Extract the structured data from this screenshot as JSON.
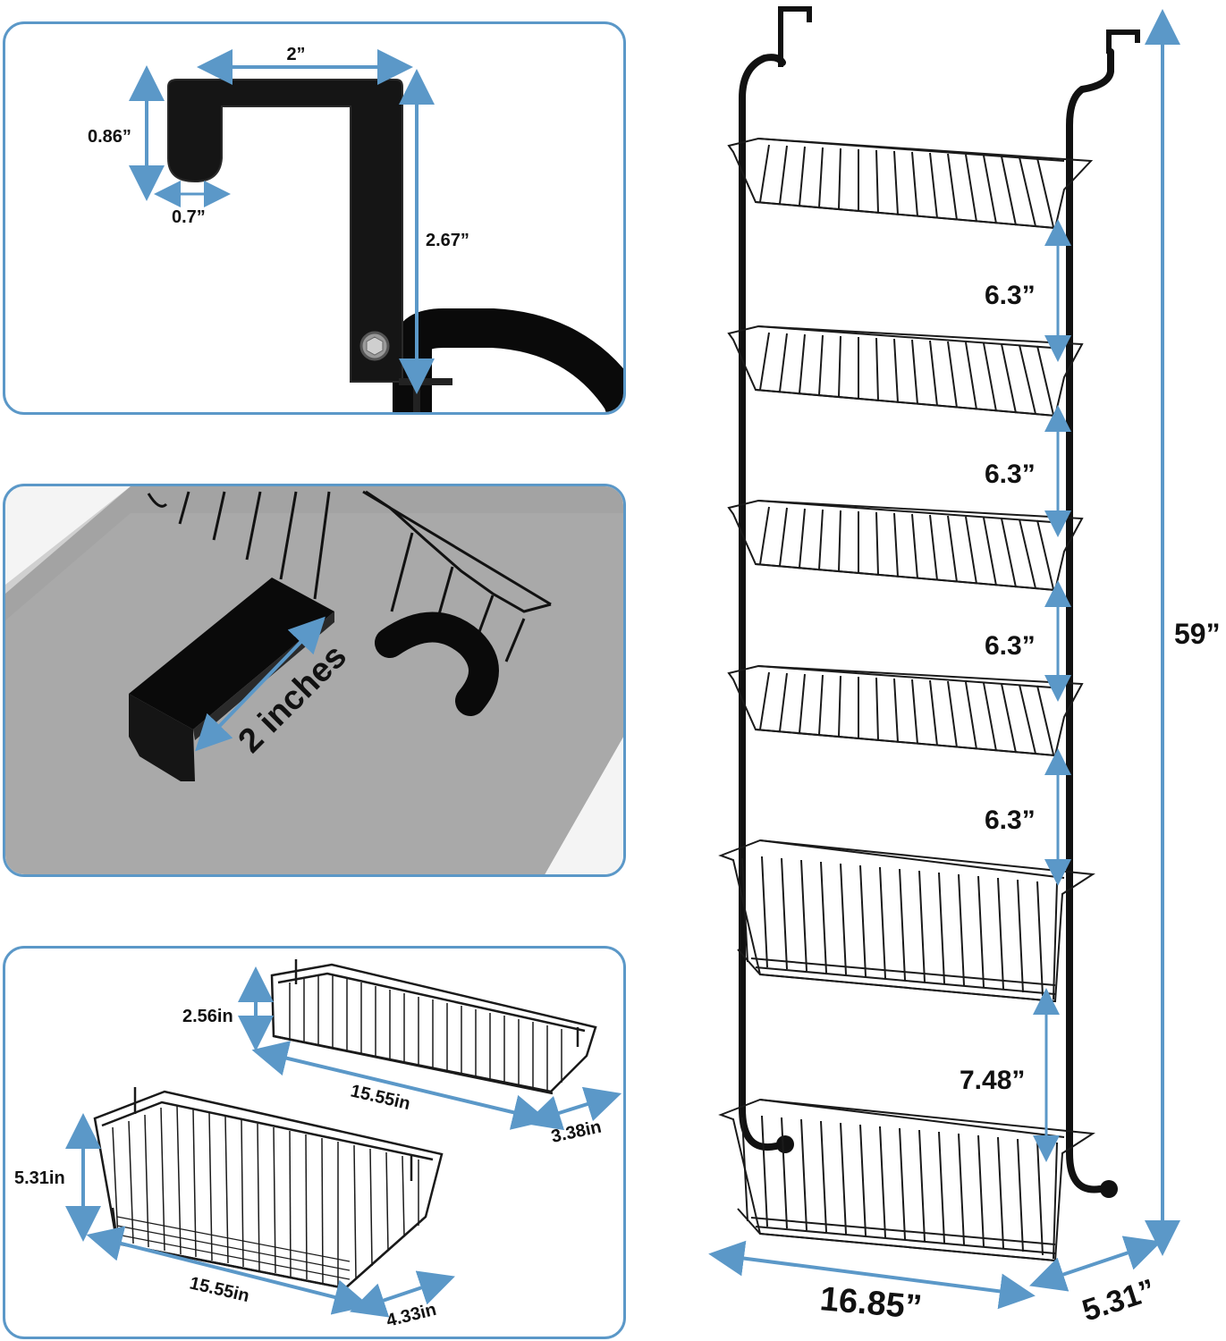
{
  "colors": {
    "accent": "#5b98c8",
    "metal": "#111111"
  },
  "hook_panel": {
    "width_label": "2”",
    "tip_height_label": "0.86”",
    "tip_width_label": "0.7”",
    "hook_depth_label": "2.67”"
  },
  "thickness_panel": {
    "label": "2 inches"
  },
  "baskets_panel": {
    "small_height": "2.56in",
    "small_length": "15.55in",
    "small_depth": "3.38in",
    "large_height": "5.31in",
    "large_length": "15.55in",
    "large_depth": "4.33in"
  },
  "rack": {
    "spacing_labels": [
      "6.3”",
      "6.3”",
      "6.3”",
      "6.3”",
      "7.48”"
    ],
    "total_height": "59”",
    "width": "16.85”",
    "depth": "5.31”"
  }
}
